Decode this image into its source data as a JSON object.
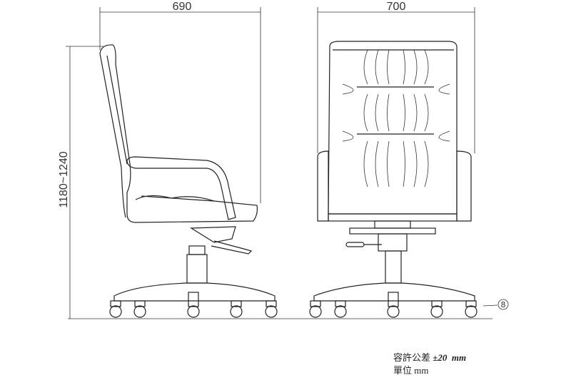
{
  "dimensions": {
    "side_depth": "690",
    "front_width": "700",
    "height_range": "1180~1240"
  },
  "callout": {
    "label": "8"
  },
  "notes": {
    "tolerance_label": "容許公差",
    "tolerance_value": "±20  mm",
    "unit_label": "單位",
    "unit_value": "mm"
  }
}
